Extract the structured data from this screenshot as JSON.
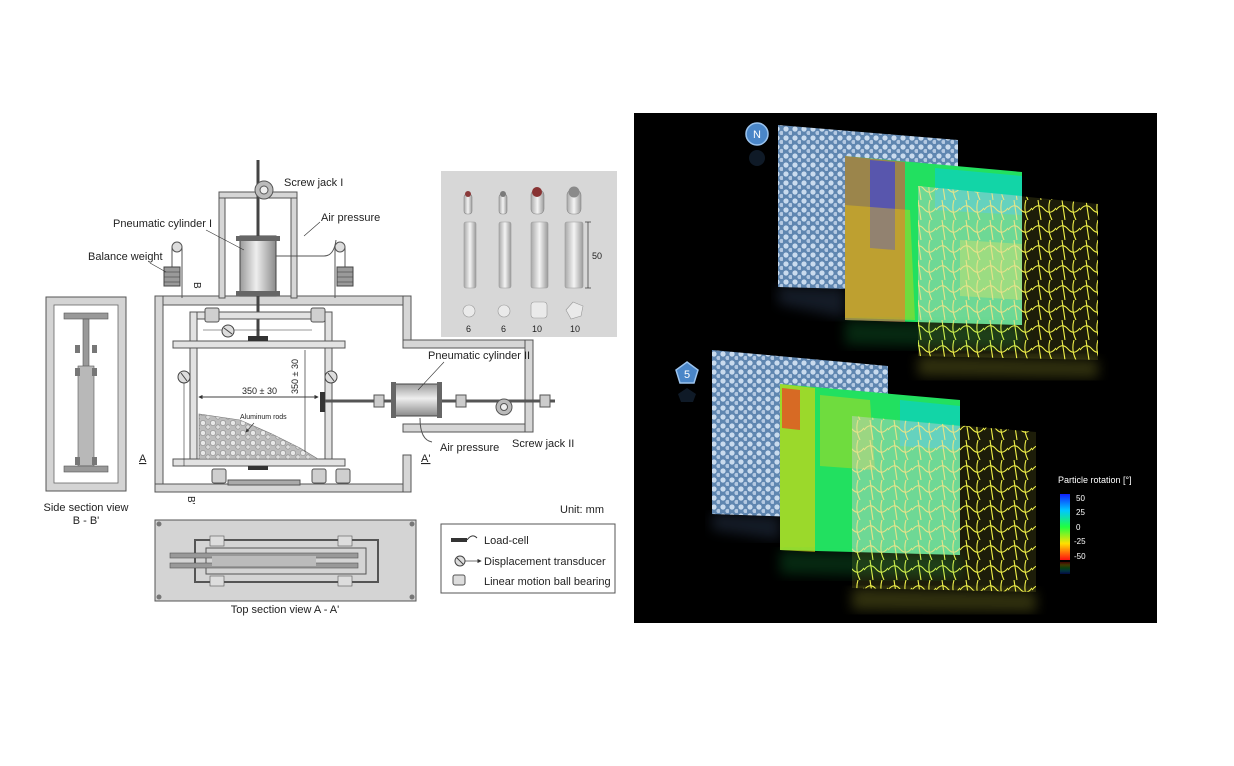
{
  "apparatus": {
    "labels": {
      "screw_jack_1": "Screw jack I",
      "air_pressure_1": "Air pressure",
      "pneumatic_cylinder_1": "Pneumatic cylinder I",
      "balance_weight": "Balance weight",
      "pneumatic_cylinder_2": "Pneumatic cylinder II",
      "air_pressure_2": "Air pressure",
      "screw_jack_2": "Screw jack II",
      "aluminum_rods": "Aluminum rods",
      "width_dim": "350 ± 30",
      "height_dim": "350 ± 30",
      "section_a": "A",
      "section_a_prime": "A'",
      "section_b": "B",
      "section_b_prime": "B'",
      "unit": "Unit: mm"
    },
    "side_view_caption": [
      "Side section view",
      "B - B'"
    ],
    "top_view_caption": "Top section view A - A'",
    "legend": {
      "load_cell": "Load-cell",
      "displacement": "Displacement transducer",
      "bearing": "Linear motion ball bearing"
    },
    "rod_photo": {
      "length_label": "50",
      "diameters": [
        "6",
        "6",
        "10",
        "10"
      ]
    }
  },
  "simulation": {
    "badge_top": "N",
    "badge_bottom": "5",
    "colorbar": {
      "title": "Particle rotation [°]",
      "ticks": [
        "50",
        "25",
        "0",
        "-25",
        "-50"
      ],
      "colors": [
        "#1020ff",
        "#00c8ff",
        "#20ff40",
        "#ffe000",
        "#ff1010"
      ]
    }
  }
}
